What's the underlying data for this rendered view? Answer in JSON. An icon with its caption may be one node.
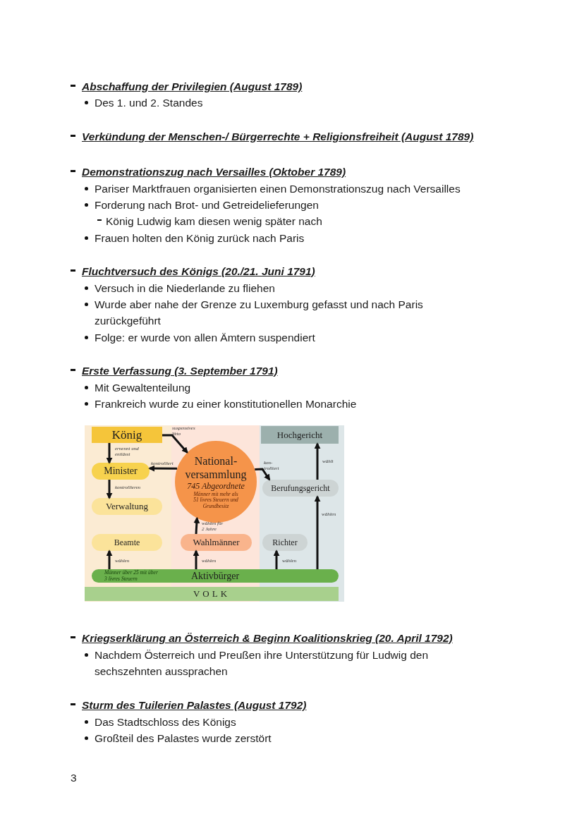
{
  "diagram": {
    "nodes": [
      {
        "text": [
          "König"
        ]
      },
      {
        "text": [
          "Minister"
        ]
      },
      {
        "text": [
          "Verwaltung"
        ]
      },
      {
        "text": [
          "Beamte"
        ]
      },
      {
        "text": [
          "National- versammlung",
          "745 Abgeordnete",
          "Männer mit mehr als 51 livres Steuern und Grundbesitz"
        ]
      },
      {
        "text": [
          "Wahlmänner"
        ]
      },
      {
        "text": [
          "Hochgericht"
        ]
      },
      {
        "text": [
          "Berufungsgericht"
        ]
      },
      {
        "text": [
          "Richter"
        ]
      },
      {
        "text": [
          "Männer über 25 mit über 3 livres Steuern",
          "Aktivbürger"
        ]
      },
      {
        "text": [
          "VOLK"
        ]
      }
    ],
    "edges": [
      {
        "from": 0,
        "to": 4,
        "arrow": "to",
        "label": "suspensives Veto"
      },
      {
        "from": 0,
        "to": 1,
        "arrow": "to",
        "label": "ernennt und entlässt"
      },
      {
        "from": 4,
        "to": 1,
        "arrow": "to",
        "label": "kontrolliert"
      },
      {
        "from": 1,
        "to": 2,
        "arrow": "to",
        "label": "kontrollieren"
      },
      {
        "from": 5,
        "to": 4,
        "arrow": "to",
        "label": "wählen für 2 Jahre"
      },
      {
        "from": 9,
        "to": 5,
        "arrow": "to",
        "label": "wählen"
      },
      {
        "from": 9,
        "to": 3,
        "arrow": "to",
        "label": "wählen"
      },
      {
        "from": 9,
        "to": 8,
        "arrow": "to",
        "label": "wählen"
      },
      {
        "from": 9,
        "to": 7,
        "arrow": "to",
        "label": "wählen"
      },
      {
        "from": 7,
        "to": 6,
        "arrow": "to",
        "label": "wählt"
      },
      {
        "from": 4,
        "to": 7,
        "arrow": "to",
        "label": "kon- trolliert"
      }
    ],
    "labels": [
      "Abschaffung der Privilegien (August 1789)",
      "Des 1. und 2. Standes",
      "Verkündung der Menschen-/ Bürgerrechte + Religionsfreiheit (August 1789)",
      "Demonstrationszug nach Versailles (Oktober 1789)",
      "Pariser Marktfrauen organisierten einen Demonstrationszug nach Versailles",
      "Forderung nach Brot- und Getreidelieferungen",
      "König Ludwig kam diesen wenig später nach",
      "Frauen holten den König zurück nach Paris",
      "Fluchtversuch des Königs (20./21. Juni 1791)",
      "Versuch in die Niederlande zu fliehen",
      "Wurde aber nahe der Grenze zu Luxemburg gefasst und nach Paris zurückgeführt",
      "Folge: er wurde von allen Ämtern suspendiert",
      "Erste Verfassung (3. September 1791)",
      "Mit Gewaltenteilung",
      "Frankreich wurde zu einer konstitutionellen Monarchie",
      "Kriegserklärung an Österreich & Beginn Koalitionskrieg (20. April 1792)",
      "Nachdem Österreich und Preußen ihre Unterstützung für Ludwig den sechszehnten aussprachen",
      "Sturm des Tuilerien Palastes (August 1792)",
      "Das Stadtschloss des Königs",
      "Großteil des Palastes wurde zerstört",
      "3"
    ]
  }
}
